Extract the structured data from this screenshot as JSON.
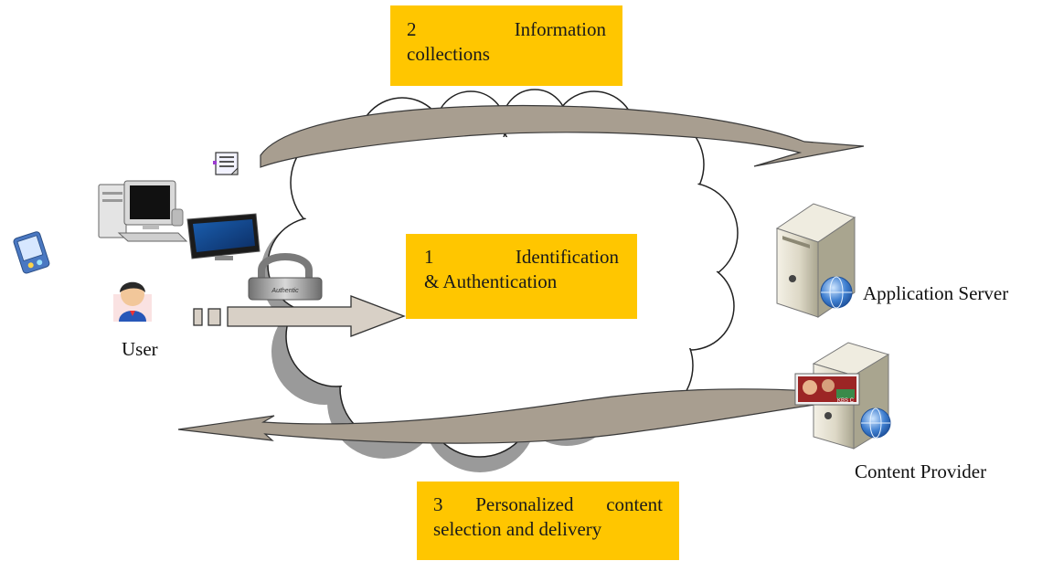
{
  "colors": {
    "label_fill": "#FFC600",
    "arrow_fill": "#A89E90",
    "arrow_stroke": "#3a3a3a",
    "cloud_fill": "#ffffff",
    "cloud_shadow": "#9a9a9a",
    "input_arrow_fill": "#d8d0c6"
  },
  "icons": [
    "document-icon",
    "desktop-computer-icon",
    "monitor-icon",
    "pda-icon",
    "user-avatar-icon",
    "padlock-icon",
    "server-icon",
    "globe-icon",
    "tv-content-icon"
  ],
  "steps": {
    "information": {
      "number": "2",
      "word": "Information",
      "rest": "collections"
    },
    "identification": {
      "number": "1",
      "word": "Identification",
      "rest": "& Authentication"
    },
    "delivery": {
      "line1": "3 Personalized content",
      "line2": "selection and delivery"
    }
  },
  "labels": {
    "user": "User",
    "application_server": "Application Server",
    "content_provider": "Content Provider",
    "padlock_text": "Authentic",
    "tv_text": "KBS C"
  }
}
